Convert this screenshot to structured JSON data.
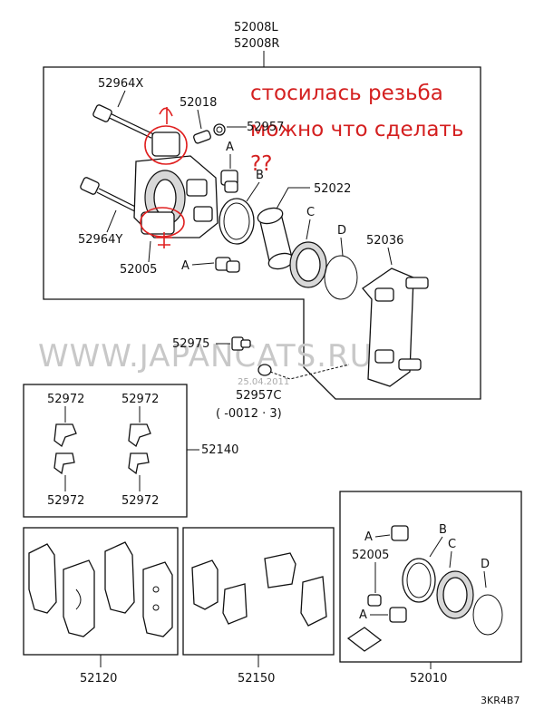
{
  "title_codes": [
    "52008L",
    "52008R"
  ],
  "labels": {
    "bolt_upper": "52964X",
    "bolt_lower": "52964Y",
    "bushing_upper": "52018",
    "cap": "52957",
    "piston": "52022",
    "boot_kit": "52005",
    "bracket": "52036",
    "bleeder": "52975",
    "bleeder_cap": "52957C",
    "bleeder_cap_note": "( -0012 · 3)",
    "ref_a1": "A",
    "ref_a2": "A",
    "ref_b": "B",
    "ref_c": "C",
    "ref_d": "D"
  },
  "note": {
    "line1": "стосилась резьба",
    "line2": "можно что сделать",
    "line3": "??"
  },
  "watermark": "WWW.JAPANCATS.RU",
  "stamp_date": "25.04.2011",
  "clip_kit": {
    "code": "52140",
    "part_labels": [
      "52972",
      "52972",
      "52972",
      "52972"
    ]
  },
  "pads": {
    "code": "52120"
  },
  "shims": {
    "code": "52150"
  },
  "seal_kit": {
    "code": "52010",
    "part_label": "52005",
    "refs": [
      "A",
      "B",
      "C",
      "D",
      "A"
    ]
  },
  "corner_code": "3KR4B7"
}
